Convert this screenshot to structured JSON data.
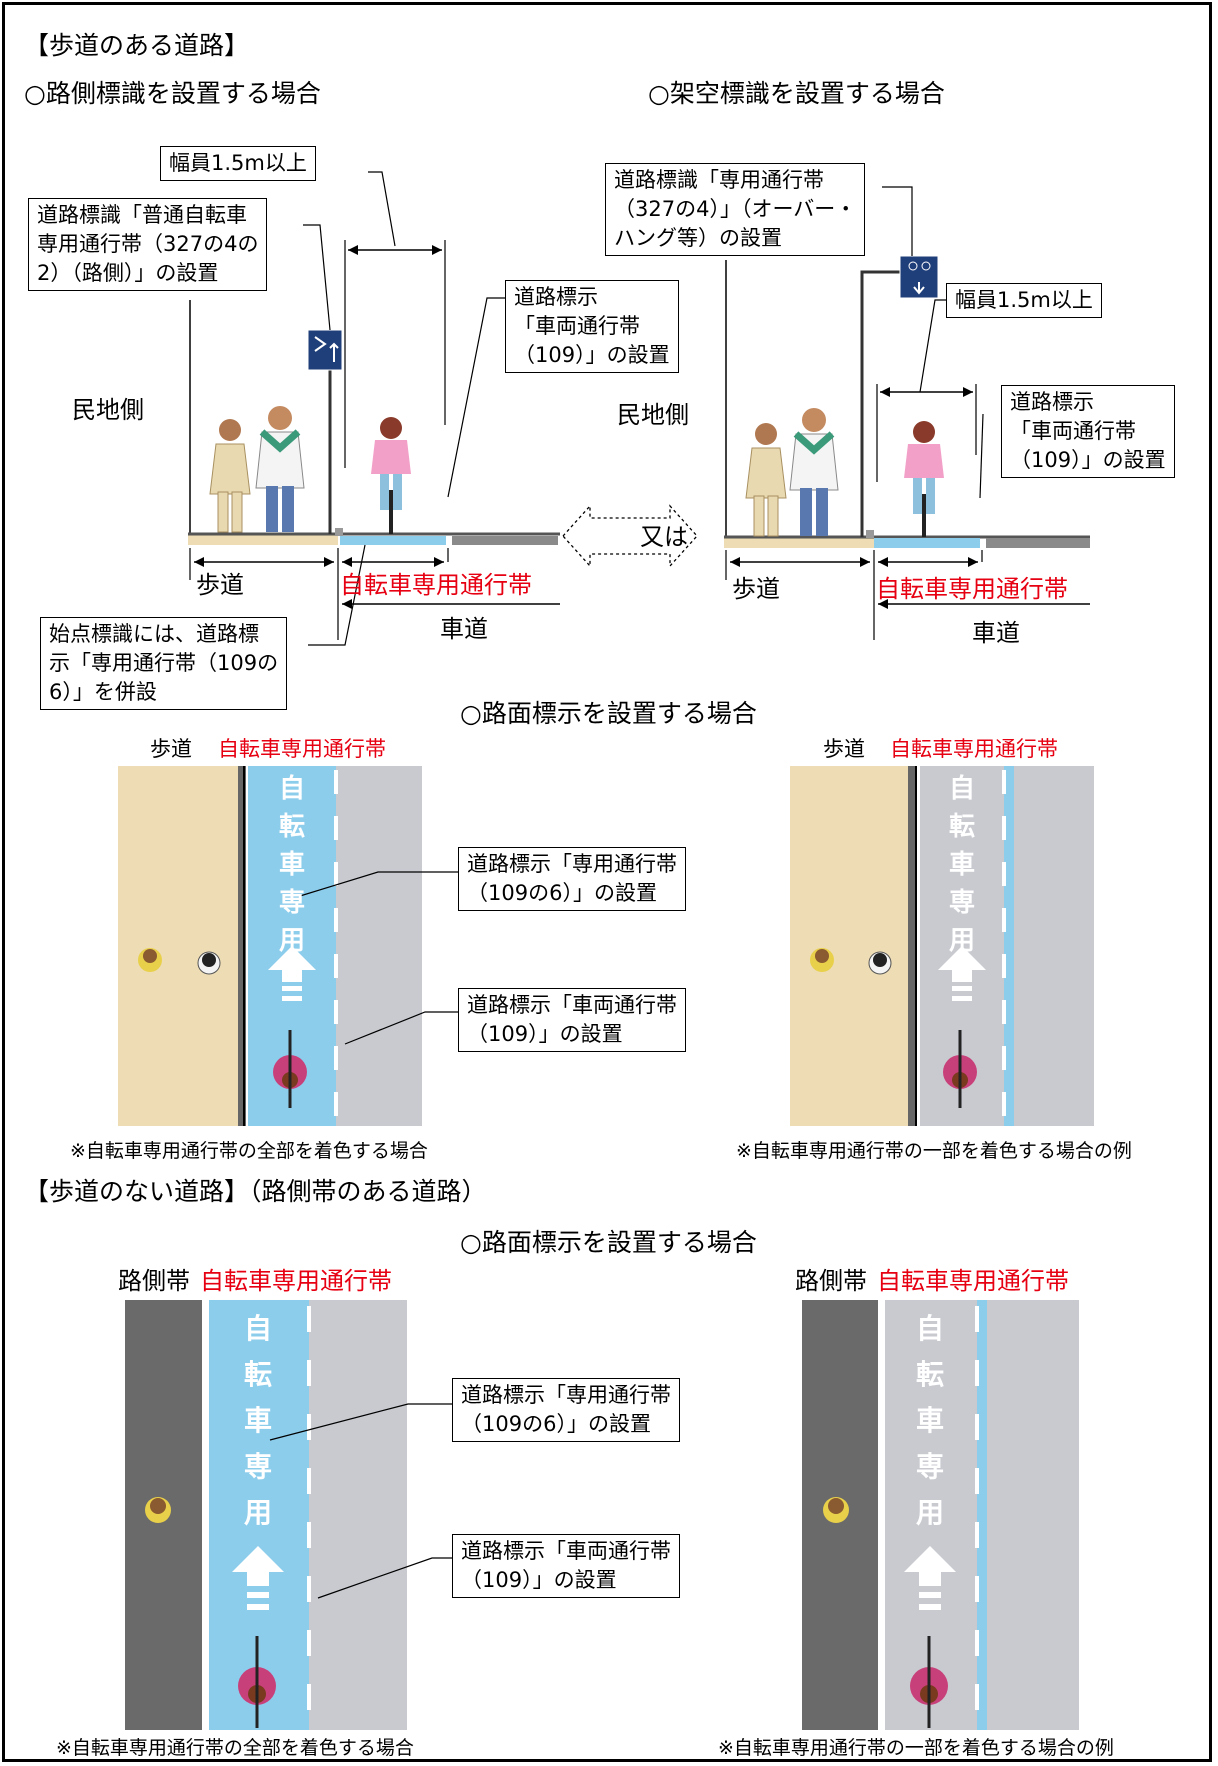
{
  "title_sidewalk": "【歩道のある道路】",
  "roadside_case": "○路側標識を設置する場合",
  "overhead_case": "○架空標識を設置する場合",
  "roadside_sign_box": "道路標識「普通自転車\n専用通行帯（327の4の\n2）（路側）」の設置",
  "overhead_sign_box": "道路標識「専用通行帯\n（327の4）」（オーバー・\nハング等）の設置",
  "width_box": "幅員1.5m以上",
  "marking_109_box": "道路標示\n「車両通行帯\n（109）」の設置",
  "private_side": "民地側",
  "sidewalk": "歩道",
  "bike_lane": "自転車専用通行帯",
  "roadway": "車道",
  "or_label": "又は",
  "start_sign_box": "始点標識には、道路標\n示「専用通行帯（109の\n6）」を併設",
  "surface_case": "○路面標示を設置する場合",
  "lane_text": "自転車専用",
  "marking_exclusive_box": "道路標示「専用通行帯\n（109の6）」の設置",
  "marking_vehicle_box": "道路標示「車両通行帯\n（109）」の設置",
  "note_full": "※自転車専用通行帯の全部を着色する場合",
  "note_partial": "※自転車専用通行帯の一部を着色する場合の例",
  "title_no_sidewalk": "【歩道のない道路】（路側帯のある道路）",
  "shoulder": "路側帯",
  "colors": {
    "lane_blue": "#8dcdec",
    "sidewalk_beige": "#eddcb4",
    "gray_road": "#c8cad0",
    "dark_shoulder": "#6a6a6a",
    "red_text": "#e60012",
    "sign_navy": "#1f3f7a"
  }
}
